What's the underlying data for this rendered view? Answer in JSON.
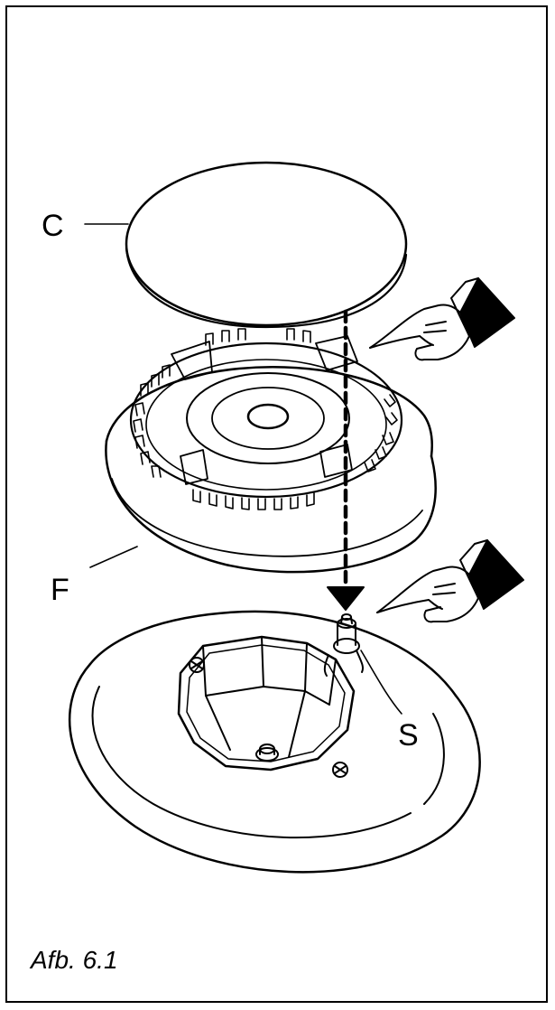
{
  "labels": {
    "cap": "C",
    "flame_spreader": "F",
    "spark_plug": "S"
  },
  "caption": "Afb. 6.1",
  "colors": {
    "ink": "#000000",
    "paper": "#ffffff"
  },
  "icons": [
    "pointing-hand-icon",
    "pointing-hand-icon",
    "down-arrow-icon"
  ]
}
